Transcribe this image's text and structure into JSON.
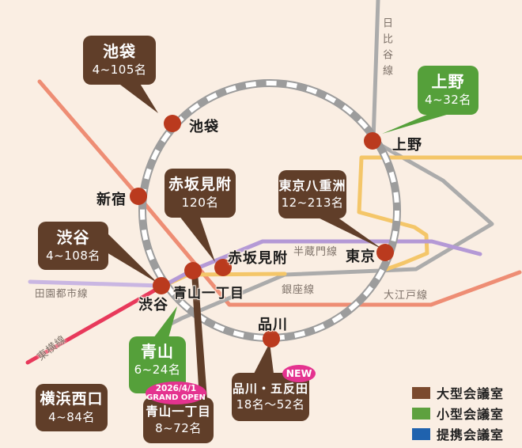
{
  "colors": {
    "background": "#faeee3",
    "station_dot": "#ba3a1e",
    "callout_brown": "#603e29",
    "callout_green": "#55a03a",
    "badge_pink": "#e4338f",
    "white_dash": "#ffffff"
  },
  "stations": {
    "ikebukuro": {
      "label": "池袋"
    },
    "shinjuku": {
      "label": "新宿"
    },
    "shibuya": {
      "label": "渋谷"
    },
    "aoyama_itchome": {
      "label": "青山一丁目"
    },
    "akasaka_mitsuke": {
      "label": "赤坂見附"
    },
    "tokyo": {
      "label": "東京"
    },
    "ueno": {
      "label": "上野"
    },
    "shinagawa": {
      "label": "品川"
    }
  },
  "rail_lines": {
    "yamanote": {
      "color": "#9c9c9c"
    },
    "hibiya": {
      "name": "日比谷線",
      "color": "#ababab"
    },
    "hanzomon": {
      "name": "半蔵門線",
      "color": "#b499d6"
    },
    "ginza": {
      "name": "銀座線",
      "color": "#f4c669"
    },
    "oedo": {
      "name": "大江戸線",
      "color": "#ee8d74"
    },
    "denentoshi": {
      "name": "田園都市線",
      "color": "#c9b6e2"
    },
    "toyoko": {
      "name": "東横線",
      "color": "#e8395b"
    }
  },
  "callouts": {
    "ikebukuro": {
      "title": "池袋",
      "capacity": "4~105名",
      "type": "large"
    },
    "ueno": {
      "title": "上野",
      "capacity": "4~32名",
      "type": "small"
    },
    "akasaka_mitsuke": {
      "title": "赤坂見附",
      "capacity": "120名",
      "type": "large"
    },
    "tokyo_yaesu": {
      "title": "東京八重洲",
      "capacity": "12~213名",
      "type": "large"
    },
    "shibuya": {
      "title": "渋谷",
      "capacity": "4~108名",
      "type": "large"
    },
    "aoyama": {
      "title": "青山",
      "capacity": "6~24名",
      "type": "small"
    },
    "aoyama_itchome": {
      "title": "青山一丁目",
      "capacity": "8~72名",
      "type": "large",
      "badge_line1": "2026/4/1",
      "badge_line2": "GRAND OPEN"
    },
    "shinagawa_gotanda": {
      "title": "品川・五反田",
      "capacity": "18名〜52名",
      "type": "large",
      "badge": "NEW"
    },
    "yokohama_west": {
      "title": "横浜西口",
      "capacity": "4~84名",
      "type": "large"
    }
  },
  "legend": {
    "items": [
      {
        "label": "大型会議室",
        "color": "#7b4a2e"
      },
      {
        "label": "小型会議室",
        "color": "#5ea13f"
      },
      {
        "label": "提携会議室",
        "color": "#1f62ae"
      }
    ]
  }
}
